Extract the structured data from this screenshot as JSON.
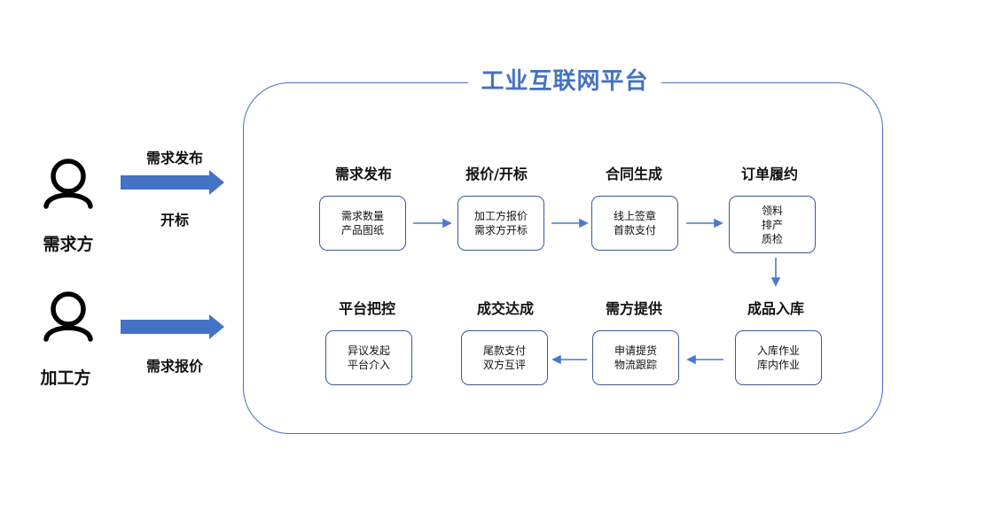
{
  "platform": {
    "title": "工业互联网平台"
  },
  "actors": [
    {
      "label": "需求方"
    },
    {
      "label": "加工方"
    }
  ],
  "left_arrows": [
    {
      "top_label": "需求发布",
      "bottom_label": "开标"
    },
    {
      "label": "需求报价"
    }
  ],
  "stages": [
    {
      "title": "需求发布",
      "lines": [
        "需求数量",
        "产品图纸"
      ]
    },
    {
      "title": "报价/开标",
      "lines": [
        "加工方报价",
        "需求方开标"
      ]
    },
    {
      "title": "合同生成",
      "lines": [
        "线上签章",
        "首款支付"
      ]
    },
    {
      "title": "订单履约",
      "lines": [
        "领料",
        "排产",
        "质检"
      ]
    },
    {
      "title": "成品入库",
      "lines": [
        "入库作业",
        "库内作业"
      ]
    },
    {
      "title": "需方提供",
      "lines": [
        "申请提货",
        "物流跟踪"
      ]
    },
    {
      "title": "成交达成",
      "lines": [
        "尾款支付",
        "双方互评"
      ]
    },
    {
      "title": "平台把控",
      "lines": [
        "异议发起",
        "平台介入"
      ]
    }
  ],
  "colors": {
    "accent": "#4472c4",
    "arrow": "#4a78d0",
    "frame": "#4a6fc4"
  }
}
